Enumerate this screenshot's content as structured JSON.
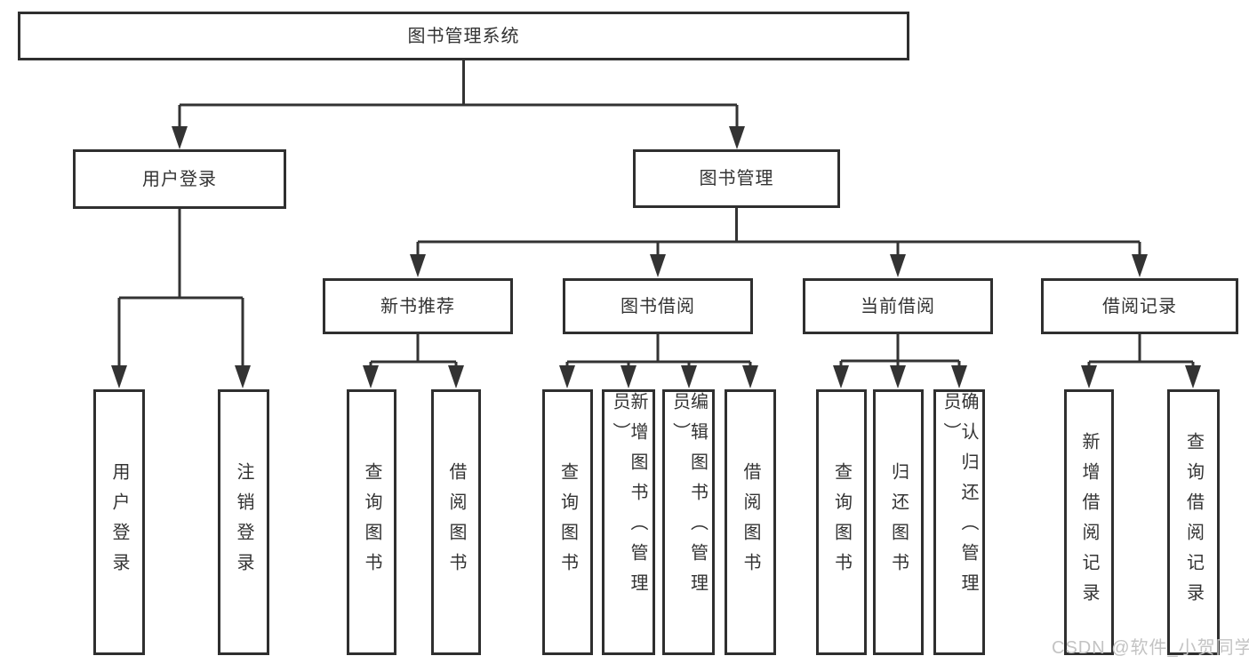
{
  "diagram": {
    "root": {
      "label": "图书管理系统"
    },
    "level1": [
      {
        "label": "用户登录"
      },
      {
        "label": "图书管理"
      }
    ],
    "level2": [
      {
        "label": "新书推荐"
      },
      {
        "label": "图书借阅"
      },
      {
        "label": "当前借阅"
      },
      {
        "label": "借阅记录"
      }
    ],
    "leaves": [
      {
        "label": "用户登录",
        "parent": "用户登录"
      },
      {
        "label": "注销登录",
        "parent": "用户登录"
      },
      {
        "label": "查询图书",
        "parent": "新书推荐"
      },
      {
        "label": "借阅图书",
        "parent": "新书推荐"
      },
      {
        "label": "查询图书",
        "parent": "图书借阅"
      },
      {
        "label": "新增图书（管理员）",
        "parent": "图书借阅"
      },
      {
        "label": "编辑图书（管理员）",
        "parent": "图书借阅"
      },
      {
        "label": "借阅图书",
        "parent": "图书借阅"
      },
      {
        "label": "查询图书",
        "parent": "当前借阅"
      },
      {
        "label": "归还图书",
        "parent": "当前借阅"
      },
      {
        "label": "确认归还（管理员）",
        "parent": "当前借阅"
      },
      {
        "label": "新增借阅记录",
        "parent": "借阅记录"
      },
      {
        "label": "查询借阅记录",
        "parent": "借阅记录"
      }
    ]
  },
  "watermark": {
    "text": "CSDN @软件_小贺同学"
  },
  "colors": {
    "line": "#333333",
    "box_border": "#2f2f2f",
    "text": "#333333",
    "watermark": "#c3c3c3",
    "background": "#ffffff"
  }
}
